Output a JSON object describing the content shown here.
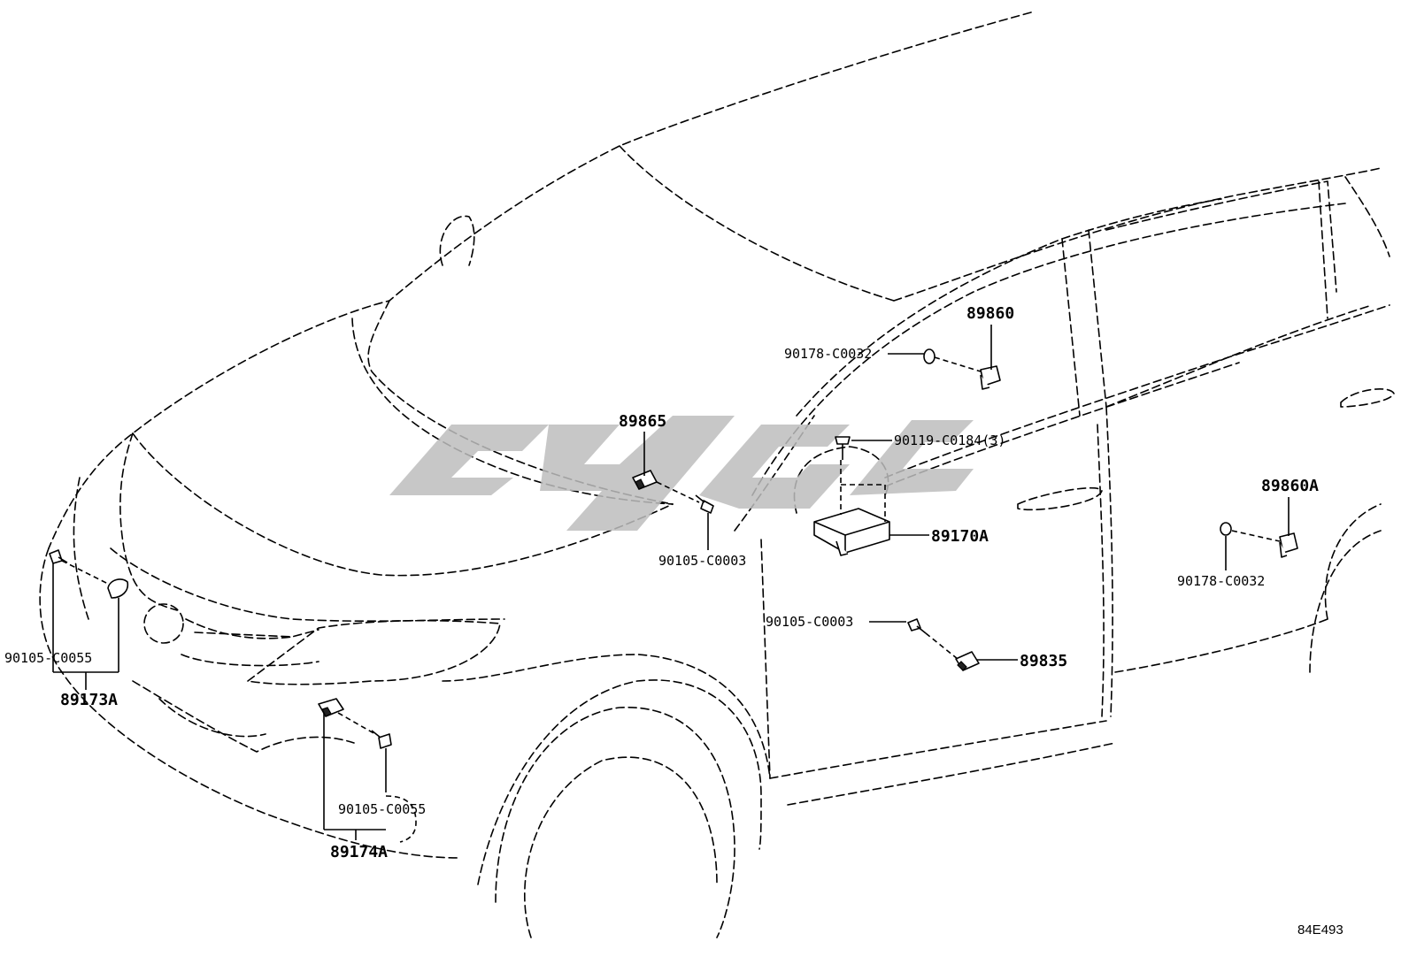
{
  "labels": {
    "p89860": "89860",
    "p90178_top": "90178-C0032",
    "p89865": "89865",
    "p90119": "90119-C0184(3)",
    "p89170A": "89170A",
    "p90105_mid": "90105-C0003",
    "p89860A": "89860A",
    "p90178_right": "90178-C0032",
    "p90105_lower": "90105-C0003",
    "p89835": "89835",
    "p90105_left": "90105-C0055",
    "p89173A": "89173A",
    "p90105_bottom": "90105-C0055",
    "p89174A": "89174A"
  },
  "drawing_id": "84E493",
  "watermark": {
    "color": "#bdbdbd",
    "glyph_text": "CYGC"
  },
  "line_color": "#000000",
  "background_color": "#ffffff"
}
